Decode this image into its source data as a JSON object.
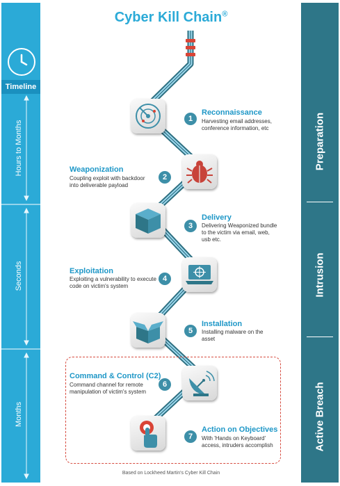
{
  "title": "Cyber Kill Chain",
  "title_mark": "®",
  "timeline": {
    "label": "Timeline",
    "periods": [
      "Hours to Months",
      "Seconds",
      "Months"
    ]
  },
  "phases": [
    "Preparation",
    "Intrusion",
    "Active Breach"
  ],
  "steps": [
    {
      "num": "1",
      "title": "Reconnaissance",
      "desc": "Harvesting email addresses, conference information, etc",
      "icon": "radar-icon"
    },
    {
      "num": "2",
      "title": "Weaponization",
      "desc": "Coupling exploit with backdoor into deliverable payload",
      "icon": "bug-icon"
    },
    {
      "num": "3",
      "title": "Delivery",
      "desc": "Delivering Weaponized bundle to the victim via email, web, usb etc.",
      "icon": "package-icon"
    },
    {
      "num": "4",
      "title": "Exploitation",
      "desc": "Exploiting a vulnerability to execute code on victim's system",
      "icon": "laptop-target-icon"
    },
    {
      "num": "5",
      "title": "Installation",
      "desc": "Installing malware on the asset",
      "icon": "open-box-icon"
    },
    {
      "num": "6",
      "title": "Command & Control (C2)",
      "desc": "Command channel for remote manipulation of victim's system",
      "icon": "satellite-dish-icon"
    },
    {
      "num": "7",
      "title": "Action on Objectives",
      "desc": "With 'Hands on Keyboard' access, intruders accomplish",
      "icon": "hand-button-icon"
    }
  ],
  "footer": "Based on Lockheed Martin's Cyber Kill Chain",
  "colors": {
    "accent": "#2baad7",
    "phase_bar": "#2e7688",
    "step_badge": "#3d8fa8",
    "breach_border": "#d64a3e"
  }
}
